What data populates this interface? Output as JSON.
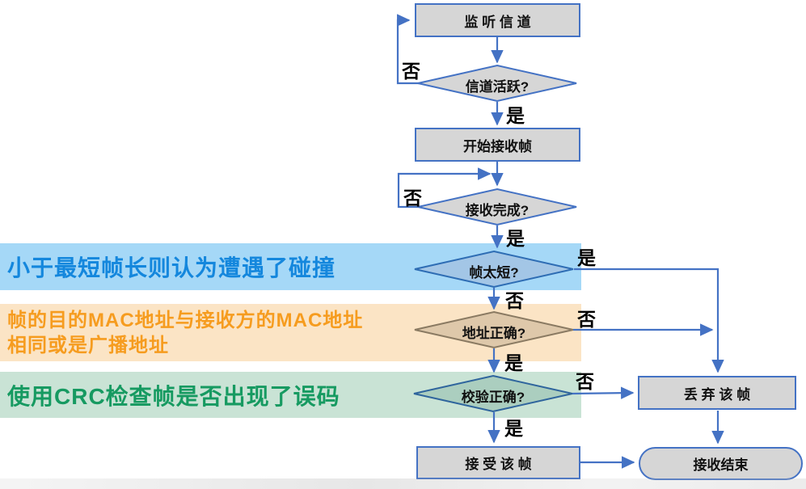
{
  "nodes": {
    "listen": {
      "label": "监 听 信 道"
    },
    "channel_active": {
      "label": "信道活跃?"
    },
    "start_receive": {
      "label": "开始接收帧"
    },
    "receive_done": {
      "label": "接收完成?"
    },
    "frame_short": {
      "label": "帧太短?"
    },
    "addr_correct": {
      "label": "地址正确?"
    },
    "crc_correct": {
      "label": "校验正确?"
    },
    "accept": {
      "label": "接 受 该 帧"
    },
    "discard": {
      "label": "丢 弃 该 帧"
    },
    "end": {
      "label": "接收结束"
    }
  },
  "edge_labels": {
    "channel_active_no": "否",
    "channel_active_yes": "是",
    "receive_done_no": "否",
    "receive_done_yes": "是",
    "frame_short_yes": "是",
    "frame_short_no": "否",
    "addr_correct_no": "否",
    "addr_correct_yes": "是",
    "crc_correct_no": "否",
    "crc_correct_yes": "是"
  },
  "annotations": [
    {
      "id": "collision",
      "text": "小于最短帧长则认为遭遇了碰撞",
      "bg": "#a5d8f7",
      "color": "#1487dd"
    },
    {
      "id": "mac-address",
      "line1": "帧的目的MAC地址与接收方的MAC地址",
      "line2": "相同或是广播地址",
      "bg": "#fbe4c5",
      "color": "#f69c1f"
    },
    {
      "id": "crc-check",
      "text": "使用CRC检查帧是否出现了误码",
      "bg": "#c9e3d5",
      "color": "#169a61"
    }
  ],
  "colors": {
    "arrow": "#4472c4",
    "node_fill": "#d6d6d6",
    "node_border": "#4472c4",
    "frame_short_fill": "#a3c6e6",
    "frame_short_border": "#2e6db4",
    "addr_correct_fill": "#dec8aa",
    "addr_correct_border": "#8a7a62",
    "crc_correct_fill": "#abcebf",
    "crc_correct_border": "#2f659d",
    "label_text": "#111111"
  }
}
